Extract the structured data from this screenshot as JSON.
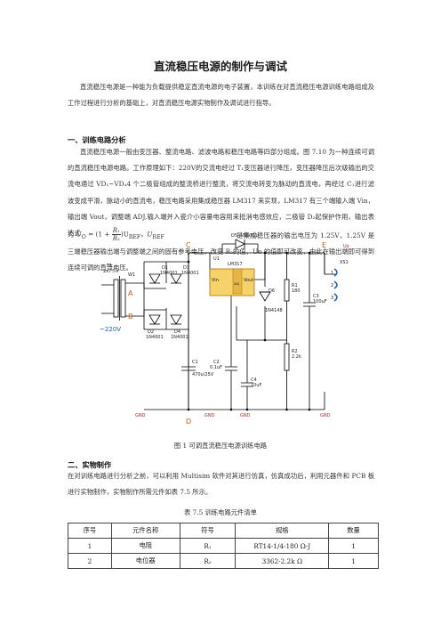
{
  "title": "直流稳压电源的制作与调试",
  "intro": "直流稳压电源是一种能为负载提供稳定直流电源的电子装置，本训练在对直流稳压电源训练电路组成及工作过程进行分析的基础上，对直流稳压电源实物制作及调试进行指导。",
  "section1_heading": "一、训练电路分析",
  "section1_body": "直流稳压电源一般由变压器、整流电路、滤波电路和稳压电路等四部分组成。图 7.10 为一种连续可调的直流稳压电源电路。工作原理如下：220V的交流电经过 T₁变压器进行降压，变压器降压后次级输出的交流电通过 VD₁~VD₄4 个二极管组成的整流桥进行整流，将交流电转变为脉动的直流电，再经过 C₁进行滤波变成平滑，脉动小的直流电，稳压电路采用集成稳压器 LM317 来实现，LM317 有三个端输入端 Vin，输出端 Vout，调整端 ADJ,输入端并入瓷介小容量电容用来抵消电感效应，二极管 D₃起保护作用，输出表达式",
  "formula": {
    "lhs": "U",
    "lhs_sub": "O",
    "eq": "= (1 +",
    "num": "R₁",
    "den": "R₂",
    "rhs": ")U",
    "rhs_sub": "REF",
    "sep": "，",
    "ref": "U",
    "ref_sub": "REF",
    "tail": "是集成稳压器的输出电压为 1.25V，1.25V 是三端稳压器输出端与调整端之间的固有参考电压，改变 R₂的值，Uo 的值即可改变，由此在输出端即可得到连续可调的直流电压。"
  },
  "figure_caption": "图 1  可调直流稳压电源训练电路",
  "circuit": {
    "node_c": "C",
    "node_d": "D",
    "node_e": "E",
    "node_a": "A",
    "node_b": "B",
    "uo": "Uo",
    "t1": "T1",
    "t1_val": "2x7.5V",
    "ac": "~220V",
    "w1": "W1",
    "d1": "D1",
    "d1_val": "1N4001",
    "d2": "D2",
    "d2_val": "1N4001",
    "d3": "D3",
    "d3_val": "1N4001",
    "d4": "D4",
    "d4_val": "1N4001",
    "d5": "D5",
    "d5_val": "1N4001",
    "d6": "D6",
    "d6_val": "1N4148",
    "u1": "U1",
    "u1_val": "LM317",
    "vin": "Vin",
    "vout": "Vout",
    "adj": "ADJ",
    "c1": "C1",
    "c1_val": "470u/25V",
    "c2": "C2",
    "c2_val": "0.1uF",
    "c3": "C3",
    "c3_val": "100uF",
    "c4": "C4",
    "c4_val": "10uF",
    "r1": "R1",
    "r1_val": "180",
    "r2": "R2",
    "r2_val": "2.2k",
    "xs1": "XS1",
    "pins": [
      "1",
      "2",
      "3"
    ],
    "gnd": "GND"
  },
  "section2_heading": "二、实物制作",
  "section2_body": "在对训练电路进行分析之前，可以利用 Multisim 软件对其进行仿真，仿真成功后，利用元器件和 PCB 板进行实物制作，实物制作所需元件如表 7.5 所示。",
  "table_caption": "表 7.5  训练电路元件清单",
  "table": {
    "headers": [
      "序号",
      "元件名称",
      "符号",
      "规格",
      "数量"
    ],
    "rows": [
      [
        "1",
        "电阻",
        "R₁",
        "RT14-1/4-180 Ω-J",
        "1"
      ],
      [
        "2",
        "电位器",
        "R₂",
        "3362-2.2k Ω",
        "1"
      ]
    ]
  }
}
